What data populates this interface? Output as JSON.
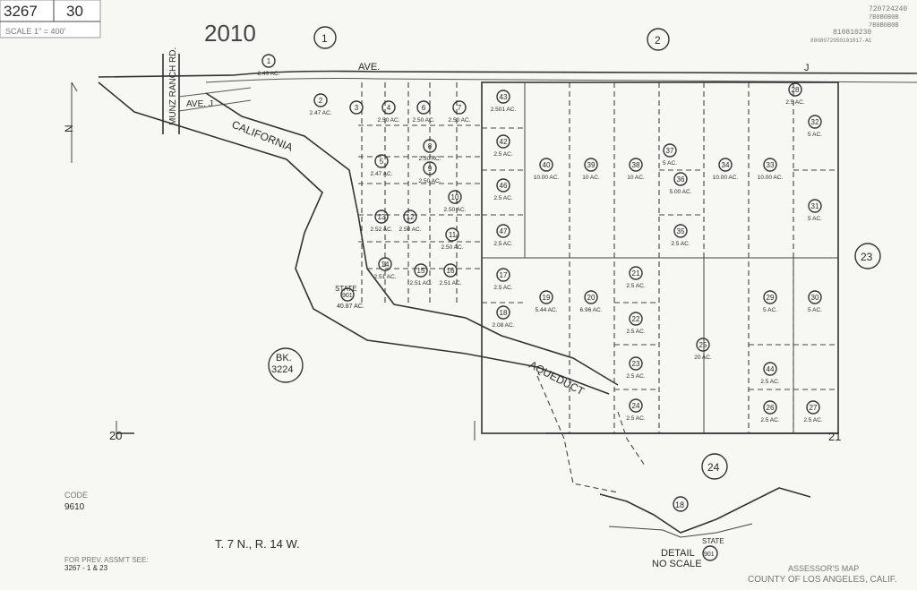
{
  "header": {
    "book": "3267",
    "page": "30",
    "scale": "SCALE 1\" = 400'",
    "year": "2010",
    "codes": [
      "720724240",
      "7B0B0B0B",
      "7B0B0B0B",
      "810810230",
      "8008072050101017-A1"
    ]
  },
  "streets": {
    "ave_j_top_left": "AVE.",
    "ave_j_top_right": "J",
    "munz_ranch": "MUNZ RANCH RD.",
    "ave_j_small": "AVE. J",
    "california": "CALIFORNIA",
    "aqueduct": "AQUEDUCT"
  },
  "map_numbers": {
    "m1": "1",
    "m2": "2",
    "m23": "23",
    "m24": "24",
    "bk_label": "BK.",
    "bk_number": "3224"
  },
  "parcels": [
    {
      "id": "43",
      "area": "2.501 AC."
    },
    {
      "id": "42",
      "area": "2.5 AC."
    },
    {
      "id": "46",
      "area": "2.5 AC."
    },
    {
      "id": "47",
      "area": "2.5 AC."
    },
    {
      "id": "17",
      "area": "2.5 AC."
    },
    {
      "id": "18",
      "area": "2.08 AC."
    },
    {
      "id": "19",
      "area": "5.44 AC."
    },
    {
      "id": "20",
      "area": "6.96 AC."
    },
    {
      "id": "21",
      "area": "2.5 AC."
    },
    {
      "id": "22",
      "area": "2.5 AC."
    },
    {
      "id": "23",
      "area": "2.5 AC."
    },
    {
      "id": "24",
      "area": "2.5 AC."
    },
    {
      "id": "25",
      "area": "20 AC."
    },
    {
      "id": "26",
      "area": "2.5 AC."
    },
    {
      "id": "27",
      "area": "2.5 AC."
    },
    {
      "id": "28",
      "area": "2.5 AC."
    },
    {
      "id": "29",
      "area": "5 AC."
    },
    {
      "id": "30",
      "area": "5 AC."
    },
    {
      "id": "31",
      "area": "5 AC."
    },
    {
      "id": "32",
      "area": "5 AC."
    },
    {
      "id": "33",
      "area": "10.00 AC."
    },
    {
      "id": "34",
      "area": "10.00 AC."
    },
    {
      "id": "35",
      "area": "2.5 AC."
    },
    {
      "id": "36",
      "area": "5.00 AC."
    },
    {
      "id": "37",
      "area": "5 AC."
    },
    {
      "id": "38",
      "area": "10 AC."
    },
    {
      "id": "39",
      "area": "10 AC."
    },
    {
      "id": "40",
      "area": "10.00 AC."
    },
    {
      "id": "44",
      "area": "2.5 AC."
    },
    {
      "id": "3",
      "area": ""
    },
    {
      "id": "4",
      "area": "2.50 AC."
    },
    {
      "id": "6",
      "area": "2.50 AC."
    },
    {
      "id": "7",
      "area": "2.50 AC."
    },
    {
      "id": "8",
      "area": "2.50 AC."
    },
    {
      "id": "9",
      "area": "2.50 AC."
    },
    {
      "id": "10",
      "area": "2.50 AC."
    },
    {
      "id": "11",
      "area": "2.50 AC."
    },
    {
      "id": "12",
      "area": "2.50 AC."
    },
    {
      "id": "13",
      "area": "2.52 AC."
    },
    {
      "id": "14",
      "area": "2.51 AC."
    },
    {
      "id": "15",
      "area": "2.51 AC."
    },
    {
      "id": "16",
      "area": "2.51 AC."
    },
    {
      "id": "5",
      "area": "2.47 AC."
    },
    {
      "id": "2",
      "area": "2.47 AC."
    },
    {
      "id": "1",
      "area": "2.49 AC."
    }
  ],
  "state_parcel": {
    "label": "STATE",
    "id": "901",
    "area": "40.87 AC."
  },
  "grid": {
    "left_corner": "20",
    "right_corner": "21"
  },
  "township": "T. 7 N., R. 14 W.",
  "detail": {
    "label": "DETAIL",
    "sublabel": "NO SCALE",
    "parcel": "18",
    "state_label": "STATE",
    "state_id": "901"
  },
  "code_block": {
    "label": "CODE",
    "value": "9610"
  },
  "prev": {
    "label": "FOR PREV. ASSM'T SEE:",
    "value": "3267 - 1 & 23"
  },
  "footer": {
    "line1": "ASSESSOR'S MAP",
    "line2": "COUNTY OF LOS ANGELES, CALIF."
  },
  "north_label": "N"
}
